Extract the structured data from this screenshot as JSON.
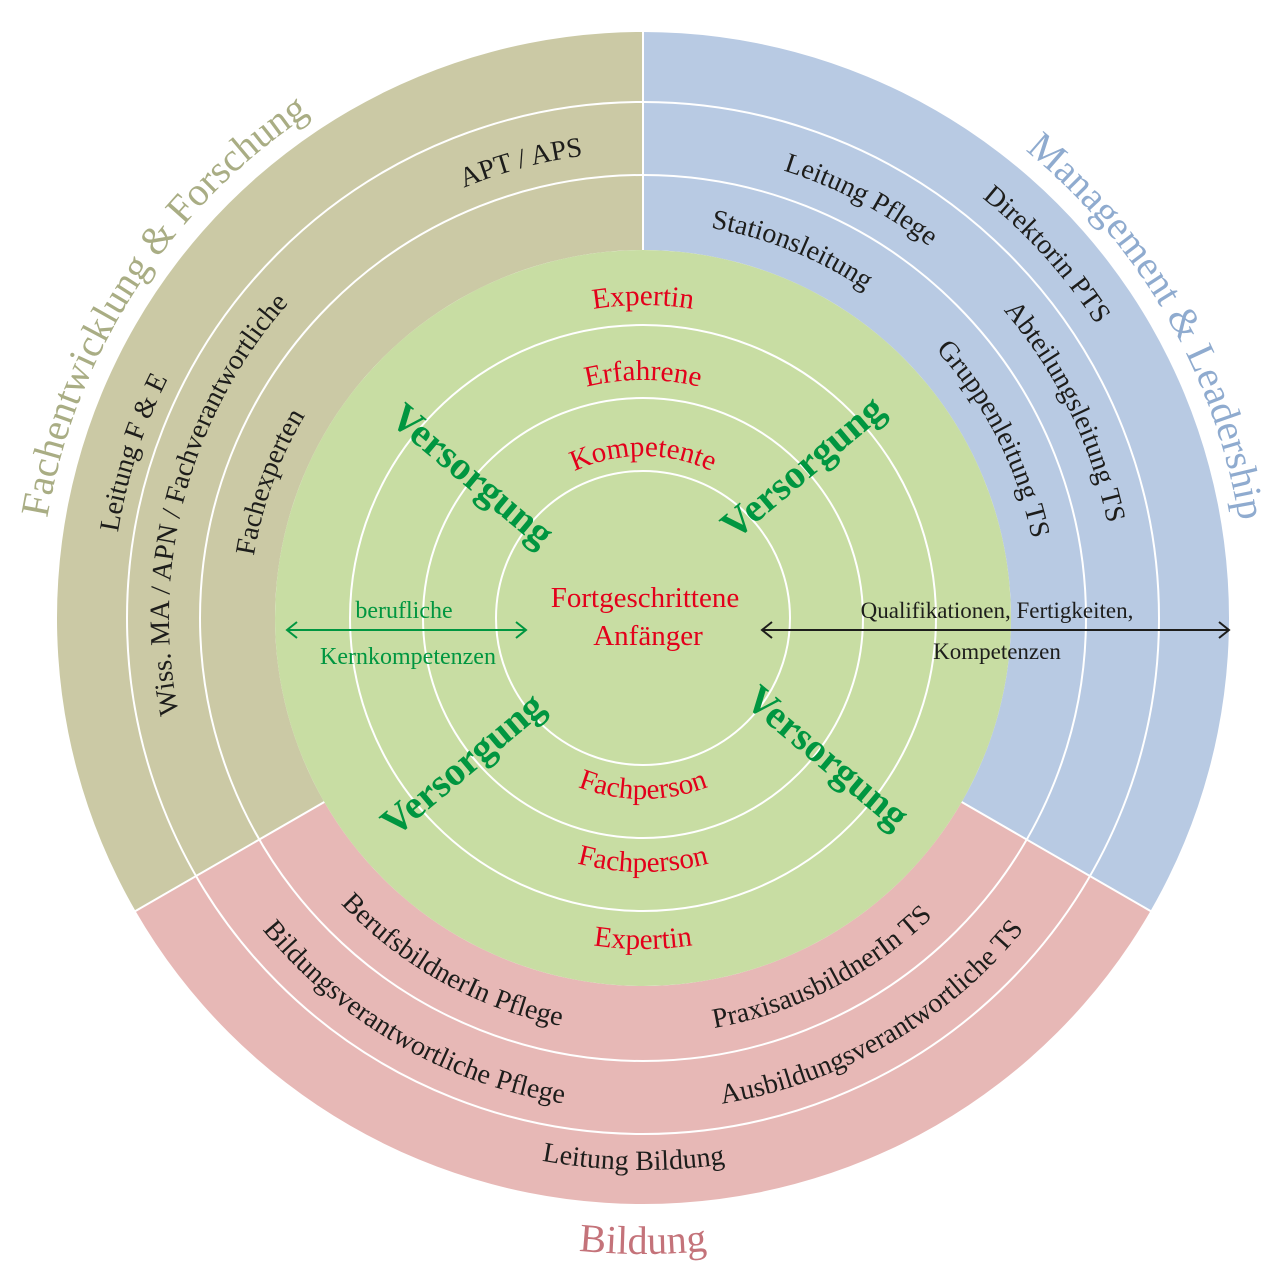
{
  "colors": {
    "fachentwicklung": "#cbc9a5",
    "management": "#b8cae3",
    "bildung": "#e7b8b6",
    "core": "#c8dda3",
    "level_text": "#e3001b",
    "versorgung_text": "#009640",
    "fachentwicklung_label": "#a9ad84",
    "management_label": "#8fabcf",
    "bildung_label": "#c4737a"
  },
  "sectors": {
    "fachentwicklung": {
      "label": "Fachentwicklung & Forschung",
      "roles": [
        "Leitung F & E",
        "Wiss. MA / APN / Fachverantwortliche",
        "APT / APS",
        "Fachexperten"
      ]
    },
    "management": {
      "label": "Management & Leadership",
      "roles": [
        "Direktorin PTS",
        "Leitung Pflege",
        "Abteilungsleitung TS",
        "Stationsleitung",
        "Gruppenleitung TS"
      ]
    },
    "bildung": {
      "label": "Bildung",
      "roles": [
        "Leitung Bildung",
        "Bildungsverantwortliche Pflege",
        "Ausbildungsverantwortliche TS",
        "BerufsbildnerIn Pflege",
        "PraxisausbildnerIn TS"
      ]
    }
  },
  "core": {
    "levels_top": [
      "Expertin",
      "Erfahrene",
      "Kompetente"
    ],
    "center": [
      "Fortgeschrittene",
      "Anfänger"
    ],
    "levels_bottom": [
      "Fachperson",
      "Fachperson",
      "Expertin"
    ],
    "versorgung": [
      "Versorgung",
      "Versorgung",
      "Versorgung",
      "Versorgung"
    ],
    "left_arrow": [
      "berufliche",
      "Kernkompetenzen"
    ],
    "right_arrow": [
      "Qualifikationen, Fertigkeiten,",
      "Kompetenzen"
    ]
  }
}
